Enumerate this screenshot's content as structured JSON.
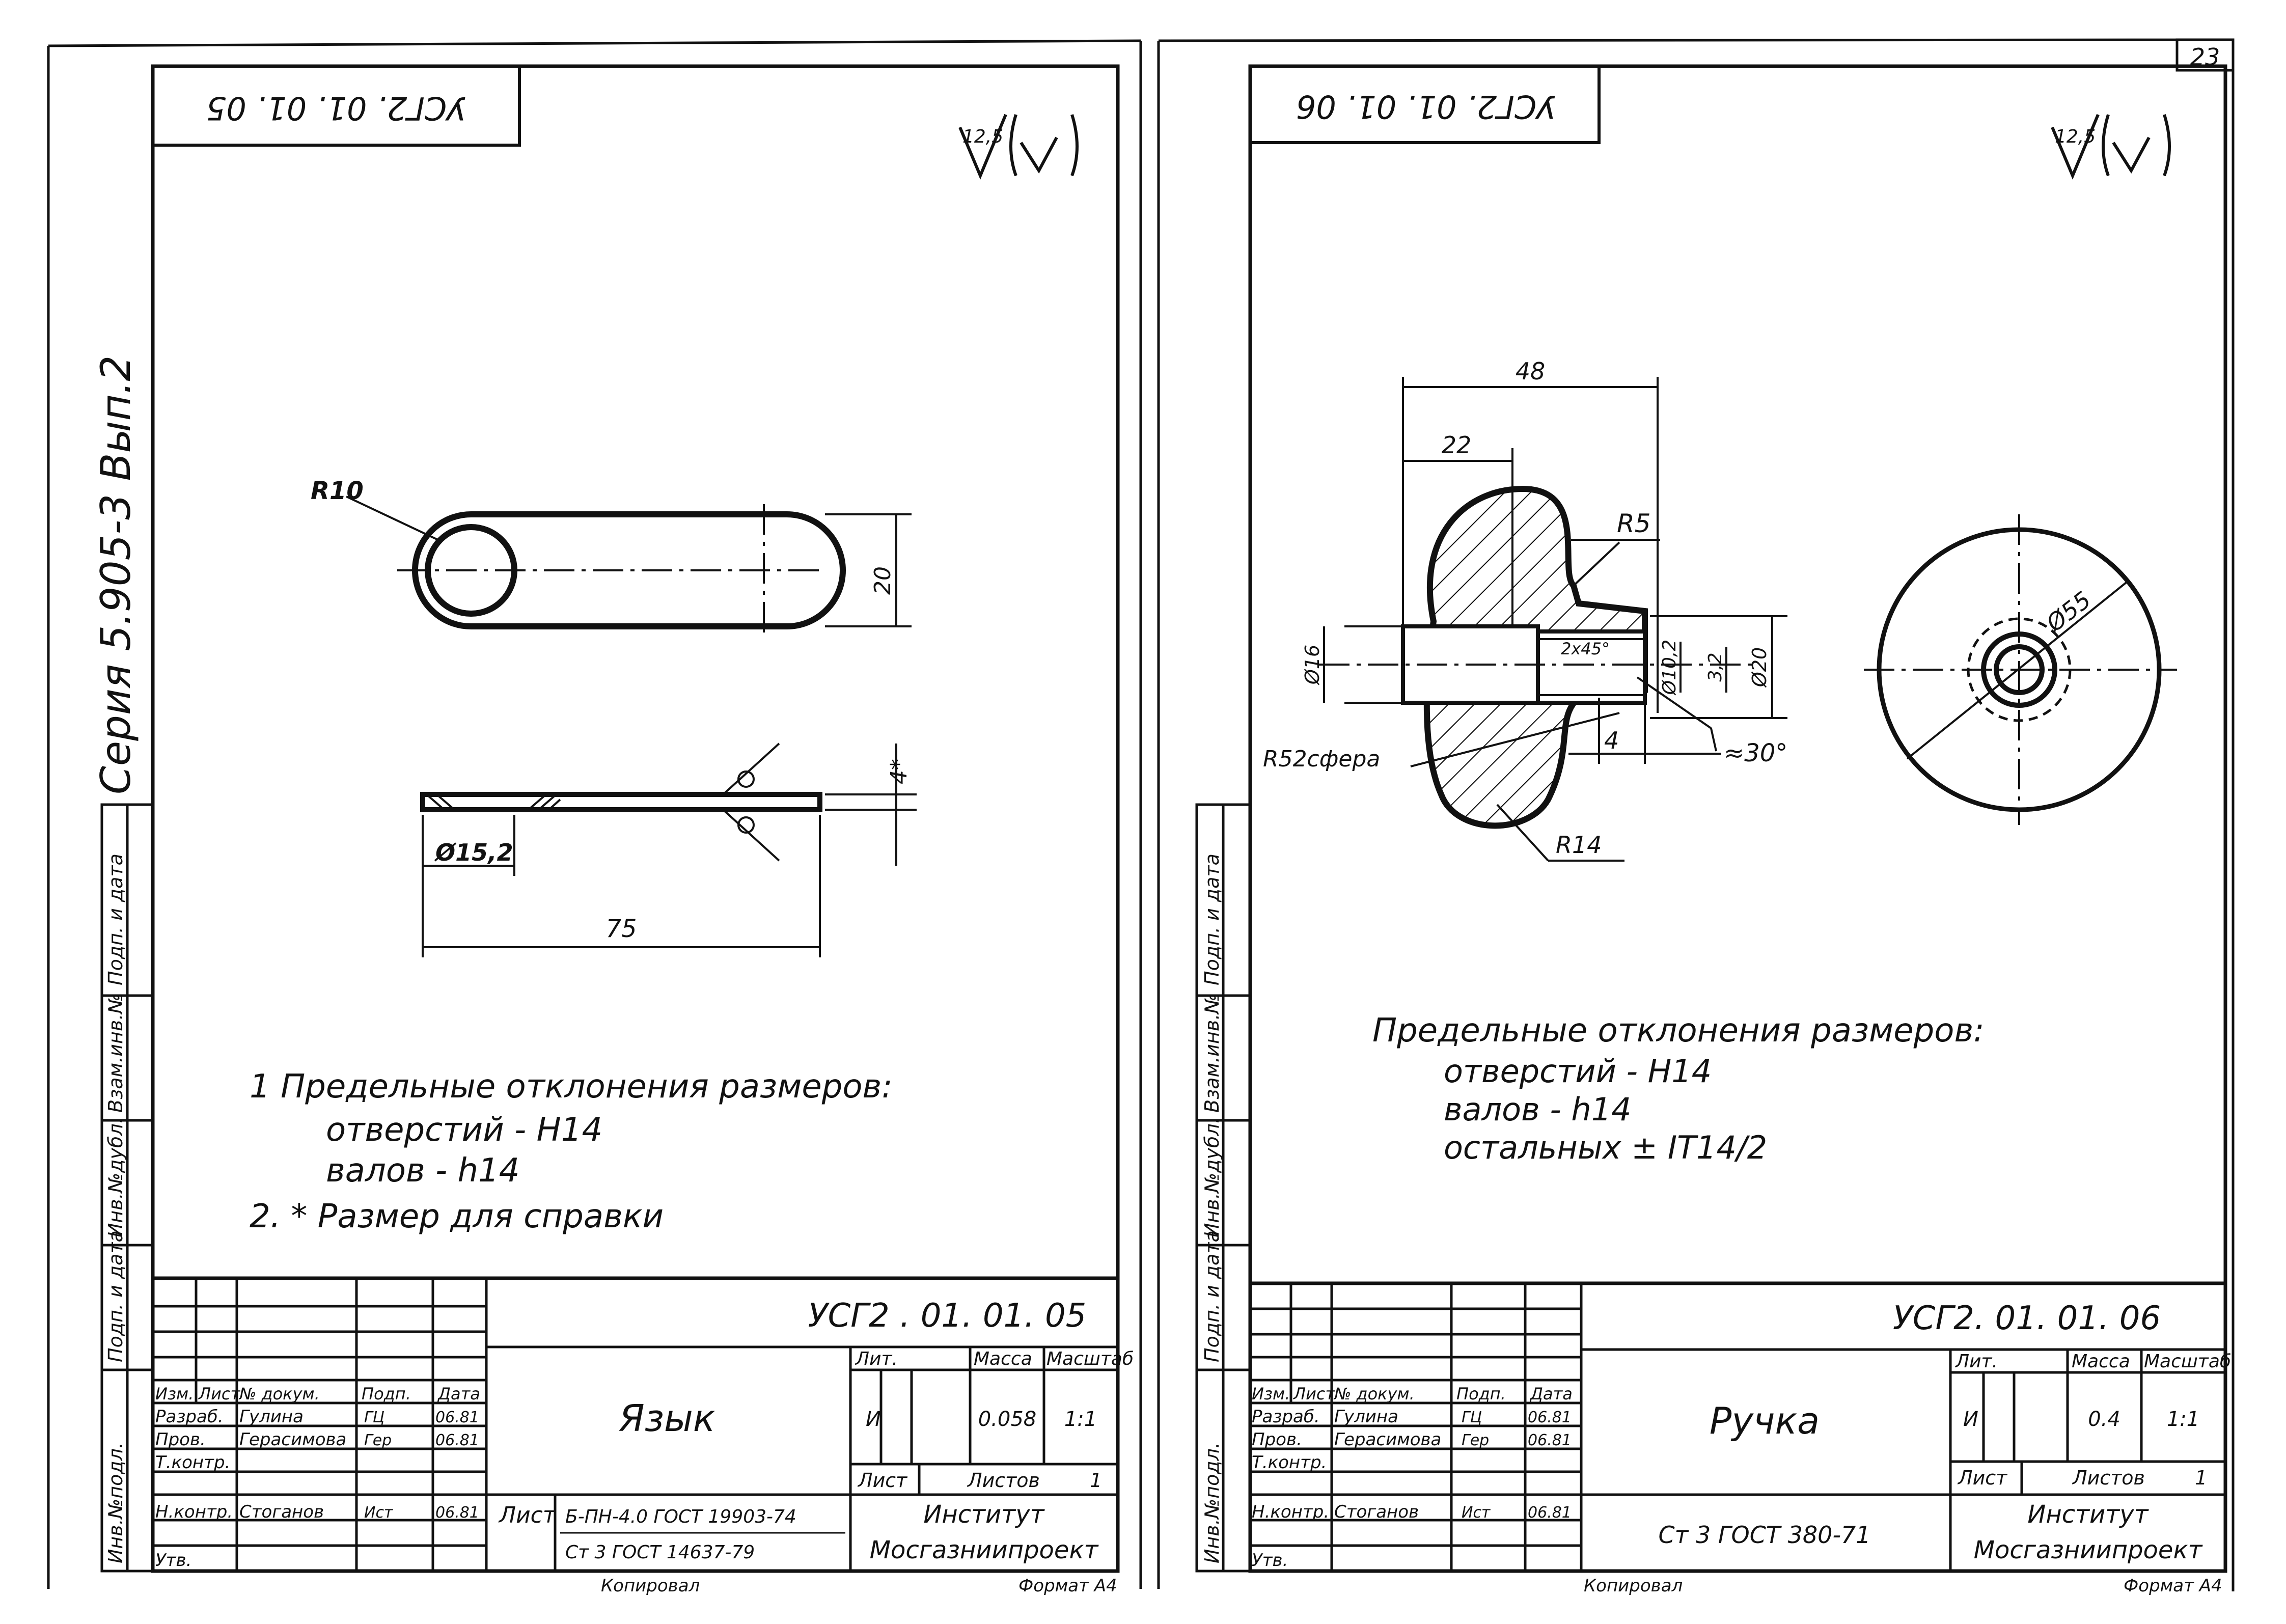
{
  "page_number": "23",
  "roughness_mark": "12,5",
  "series_label": "Серия 5.905-3  Вып.2",
  "side_labels": [
    "Инв.№подл.",
    "Подп. и дата",
    "Взам.инв.№",
    "Инв.№дубл.",
    "Подп. и дата"
  ],
  "sheets": [
    {
      "code_rotated": "УСГ2. 01. 01. 05",
      "dimensions": {
        "radius": "R10",
        "height": "20",
        "thickness": "4*",
        "hole": "Ø15,2",
        "length": "75"
      },
      "notes": [
        "1 Предельные отклонения размеров:",
        "отверстий  - H14",
        "валов       - h14",
        "2. * Размер для справки"
      ],
      "title_block": {
        "doc_code": "УСГ2 . 01. 01. 05",
        "name": "Язык",
        "headers": {
          "izm": "Изм.",
          "list": "Лист",
          "doc": "№ докум.",
          "sign": "Подп.",
          "date": "Дата"
        },
        "roles": [
          "Разраб.",
          "Пров.",
          "Т.контр.",
          "Н.контр.",
          "Утв."
        ],
        "people": [
          "Гулина",
          "Герасимова",
          "",
          "Стоганов",
          ""
        ],
        "signatures": [
          "ГЦ",
          "Гер",
          "",
          "Ист",
          ""
        ],
        "dates": [
          "06.81",
          "06.81",
          "",
          "06.81",
          ""
        ],
        "lit_header": "Лит.",
        "mass_header": "Масса",
        "scale_header": "Масштаб",
        "lit": "И",
        "mass": "0.058",
        "scale": "1:1",
        "sheet_label": "Лист",
        "sheets_label": "Листов",
        "sheets_value": "1",
        "material_prefix": "Лист",
        "material_line1": "Б-ПН-4.0 ГОСТ 19903-74",
        "material_line2": "Ст 3 ГОСТ 14637-79",
        "org_line1": "Институт",
        "org_line2": "Мосгазниипроект",
        "footer_left": "Копировал",
        "footer_right": "Формат А4"
      }
    },
    {
      "code_rotated": "УСГ2. 01. 01. 06",
      "dimensions": {
        "overall": "48",
        "head": "22",
        "r_small": "R5",
        "chamfer": "2x45°",
        "bore": "Ø10,2",
        "thread": "3,2",
        "shank": "Ø20",
        "hole": "Ø16",
        "step": "4",
        "angle": "≈30°",
        "sphere": "R52сфера",
        "r_large": "R14",
        "dia": "Ø55"
      },
      "notes": [
        "Предельные отклонения размеров:",
        "отверстий  - H14",
        "валов        - h14",
        "остальных  ± IT14/2"
      ],
      "title_block": {
        "doc_code": "УСГ2. 01. 01. 06",
        "name": "Ручка",
        "headers": {
          "izm": "Изм.",
          "list": "Лист",
          "doc": "№ докум.",
          "sign": "Подп.",
          "date": "Дата"
        },
        "roles": [
          "Разраб.",
          "Пров.",
          "Т.контр.",
          "Н.контр.",
          "Утв."
        ],
        "people": [
          "Гулина",
          "Герасимова",
          "",
          "Стоганов",
          ""
        ],
        "signatures": [
          "ГЦ",
          "Гер",
          "",
          "Ист",
          ""
        ],
        "dates": [
          "06.81",
          "06.81",
          "",
          "06.81",
          ""
        ],
        "lit_header": "Лит.",
        "mass_header": "Масса",
        "scale_header": "Масштаб",
        "lit": "И",
        "mass": "0.4",
        "scale": "1:1",
        "sheet_label": "Лист",
        "sheets_label": "Листов",
        "sheets_value": "1",
        "material": "Ст 3 ГОСТ 380-71",
        "org_line1": "Институт",
        "org_line2": "Мосгазниипроект",
        "footer_left": "Копировал",
        "footer_right": "Формат А4"
      }
    }
  ]
}
